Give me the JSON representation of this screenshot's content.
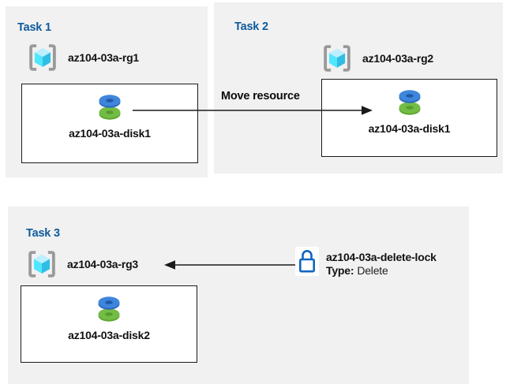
{
  "colors": {
    "panel_bg": "#F1F1F1",
    "task_title_blue": "#0F5B9D",
    "arrow_black": "#1A1A1A",
    "lock_blue": "#1065C0",
    "disk_blue_top": "#3F85DC",
    "disk_blue_side": "#2A69BE",
    "disk_blue_hole": "#1E5AA8",
    "disk_green_top": "#73BC46",
    "disk_green_side": "#5FA62E",
    "disk_green_hole": "#579D2D",
    "rg_bracket_gray": "#9A9A9A",
    "rg_cube_top": "#BCEFFF",
    "rg_cube_left": "#50E6FF",
    "rg_cube_right": "#2FBEE4"
  },
  "icons": {
    "resource_group": "resource-group-icon",
    "disk": "managed-disk-icon",
    "lock": "lock-icon",
    "arrow": "arrow-line"
  },
  "task1": {
    "title": "Task 1",
    "resource_group": "az104-03a-rg1",
    "disk": "az104-03a-disk1"
  },
  "task2": {
    "title": "Task 2",
    "resource_group": "az104-03a-rg2",
    "disk": "az104-03a-disk1"
  },
  "task3": {
    "title": "Task 3",
    "resource_group": "az104-03a-rg3",
    "disk": "az104-03a-disk2",
    "lock_name": "az104-03a-delete-lock",
    "lock_type_label": "Type:",
    "lock_type_value": "Delete"
  },
  "arrows": {
    "move_label": "Move resource"
  }
}
